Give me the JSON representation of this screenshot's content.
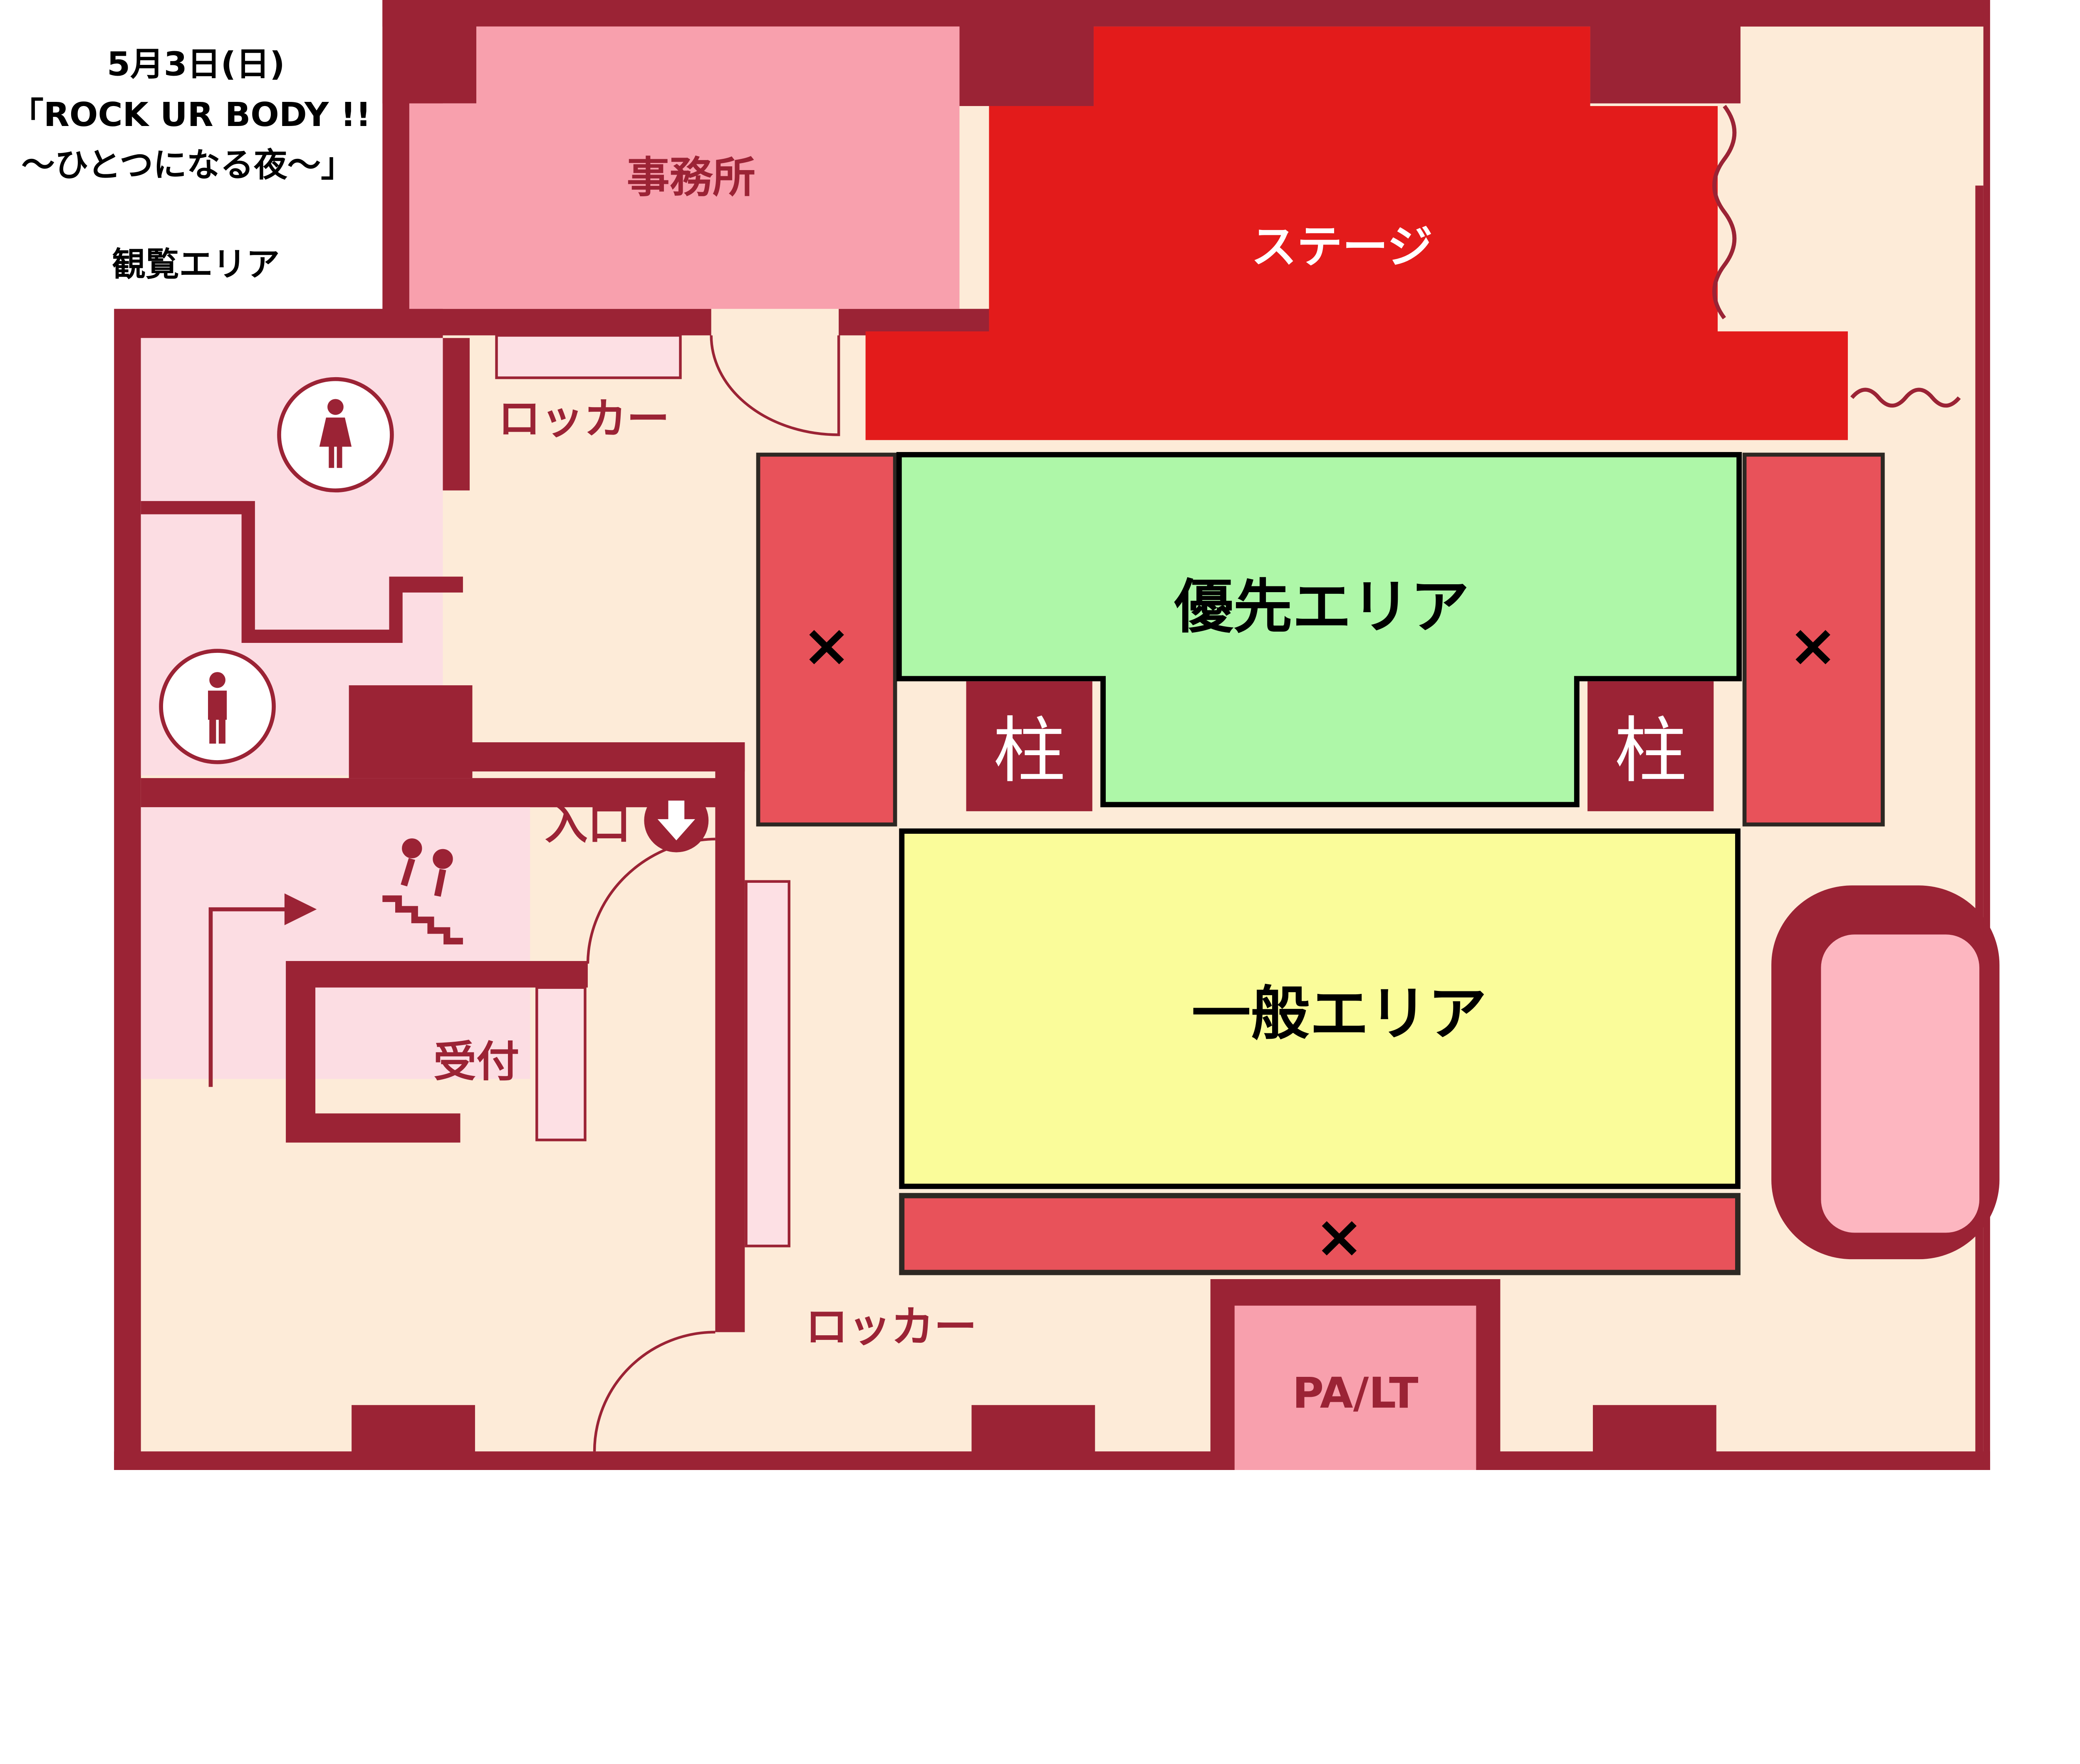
{
  "header": {
    "date": "5月3日(日)",
    "event_line1": "「ROCK UR BODY !!",
    "event_line2": "〜ひとつになる夜〜」",
    "subtitle": "観覧エリア"
  },
  "rooms": {
    "office": "事務所",
    "stage": "ステージ",
    "locker_top": "ロッカー",
    "locker_mid": "ロッカー",
    "entrance": "入口",
    "reception": "受付",
    "pa_lt": "PA/LT"
  },
  "zones": {
    "priority": "優先エリア",
    "general": "一般エリア",
    "pillar_left": "柱",
    "pillar_right": "柱",
    "no_entry_mark": "×"
  },
  "colors": {
    "wall": "#9b2335",
    "floor": "#fdebd8",
    "room_pink": "#f8a0ad",
    "stage": "#e31b1b",
    "priority_area": "#aef7a8",
    "general_area": "#fafc9a",
    "restricted": "#e8525a"
  },
  "icons": [
    "female-restroom-icon",
    "male-restroom-icon",
    "stairs-icon",
    "entrance-arrow-icon",
    "direction-arrow-icon"
  ]
}
